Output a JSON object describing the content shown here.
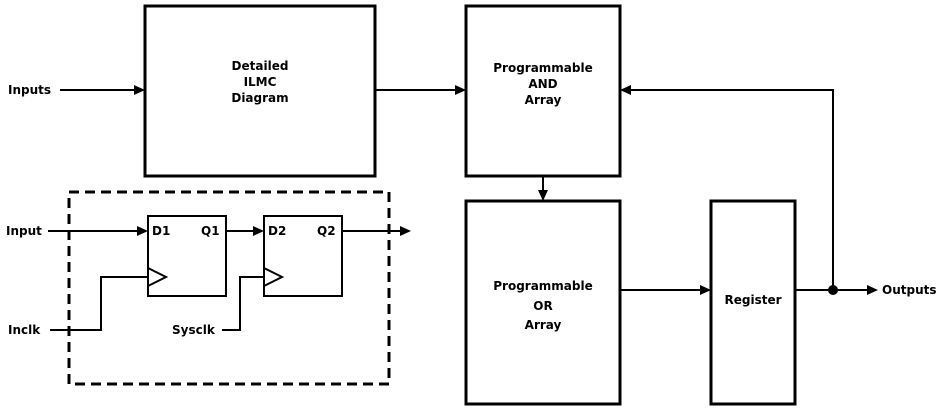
{
  "diagram": {
    "blocks": {
      "ilmc": [
        "Detailed",
        "ILMC",
        "Diagram"
      ],
      "and_array": [
        "Programmable",
        "AND",
        "Array"
      ],
      "or_array": [
        "Programmable",
        "OR",
        "Array"
      ],
      "register": "Register"
    },
    "signals": {
      "inputs": "Inputs",
      "outputs": "Outputs",
      "input": "Input",
      "inclk": "Inclk",
      "sysclk": "Sysclk"
    },
    "flipflops": {
      "ff1": {
        "d": "D1",
        "q": "Q1"
      },
      "ff2": {
        "d": "D2",
        "q": "Q2"
      }
    }
  }
}
